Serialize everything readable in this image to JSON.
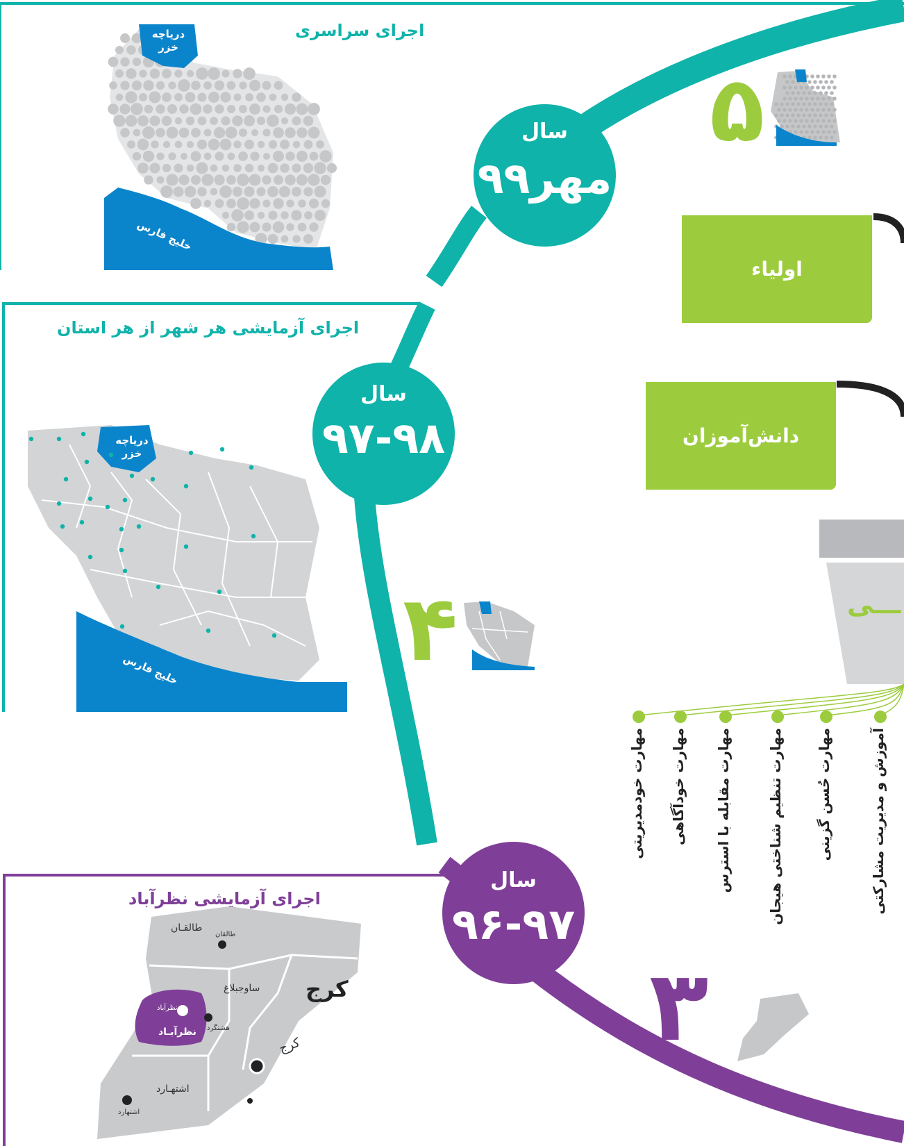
{
  "colors": {
    "teal": "#0fb3aa",
    "purple": "#7f3f98",
    "green": "#9ccc3e",
    "sea_blue": "#0a85cc",
    "land_gray": "#d2d4d6",
    "bubble_gray": "#c6c7c9"
  },
  "panels": {
    "p1": {
      "title": "اجرای سراسری",
      "sea_north": "دریاچه\nخزر",
      "sea_south": "خلیج فارس"
    },
    "p2": {
      "title": "اجرای آزمایشی هر شهر از هر استان",
      "sea_north": "دریاچه\nخزر",
      "sea_south": "خلیج فارس"
    },
    "p3": {
      "title": "اجرای آزمایشی نظرآباد",
      "map_labels": {
        "taleghan": "طالقـان",
        "taleghan_city": "طالقان",
        "savojbolagh": "ساوجبلاغ",
        "hashtgerd": "هشتگرد",
        "karaj_region": "کرج",
        "karaj": "کرج",
        "nazarabad": "نظرآبـاد",
        "nazarabad_city": "نظرآباد",
        "eshtehard": "اشتهـارد",
        "eshtehard_city": "اشتهارد"
      }
    }
  },
  "timeline": {
    "c1": {
      "label": "سال",
      "year": "مهر۹۹"
    },
    "c2": {
      "label": "سال",
      "year": "۹۷-۹۸"
    },
    "c3": {
      "label": "سال",
      "year": "۹۶-۹۷"
    }
  },
  "stages": {
    "s5": "۵",
    "s4": "۴",
    "s3": "۳"
  },
  "audiences": {
    "parents": "اولیاء",
    "students": "دانش‌آموزان"
  },
  "program_box_text": "ـــی",
  "skills": [
    "آموزش و مدیریت مشارکتی",
    "مهارت حُسن گزینی",
    "مهارت تنظیم شناختی هیجان",
    "مهارت مقابله با استرس",
    "مهارت خودآگاهی",
    "مهارت خودمدیریتی"
  ]
}
